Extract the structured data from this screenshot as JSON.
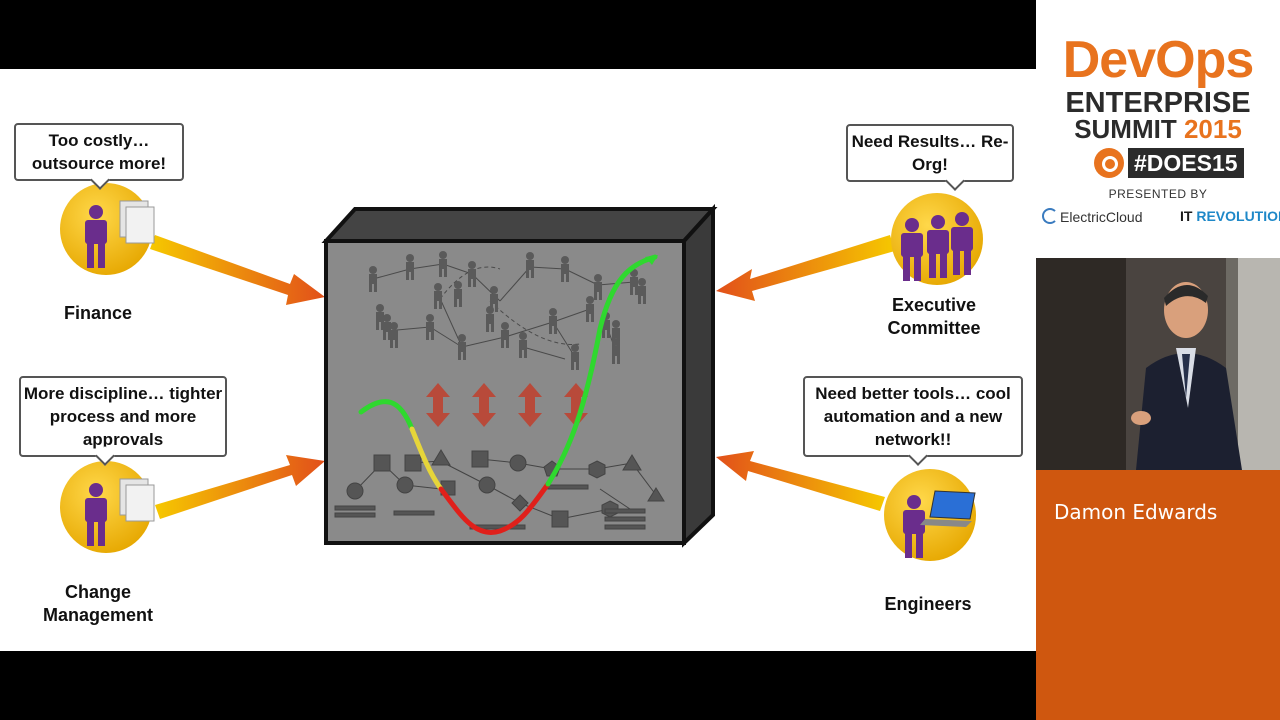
{
  "slide": {
    "bubbles": {
      "finance": "Too costly… outsource more!",
      "executive": "Need Results… Re-Org!",
      "change": "More discipline… tighter process and more approvals",
      "engineers": "Need better tools… cool automation and a new network!!"
    },
    "labels": {
      "finance": "Finance",
      "executive": "Executive Committee",
      "change": "Change Management",
      "engineers": "Engineers"
    },
    "icons": [
      "person-icon",
      "document-icon",
      "group-icon",
      "laptop-icon",
      "arrow-icon",
      "box-icon",
      "trend-curve-icon"
    ],
    "colors": {
      "person": "#6a2d8c",
      "circle": "#f2b705",
      "arrow": "#e8731e",
      "box": "#7a7a7a",
      "curve_green": "#2fd82f",
      "curve_red": "#e0201b",
      "curve_yellow": "#e6d53a"
    }
  },
  "sidebar": {
    "logo": {
      "devops": "DevOps",
      "enterprise": "ENTERPRISE",
      "summit": "SUMMIT",
      "year": "2015",
      "hashtag": "#DOES15",
      "presented_by": "PRESENTED BY",
      "sponsor1": "ElectricCloud",
      "sponsor2_prefix": "IT",
      "sponsor2_name": "REVOLUTION"
    },
    "speaker_name": "Damon Edwards",
    "colors": {
      "accent": "#e8731e",
      "name_bg": "#cf570f"
    }
  }
}
